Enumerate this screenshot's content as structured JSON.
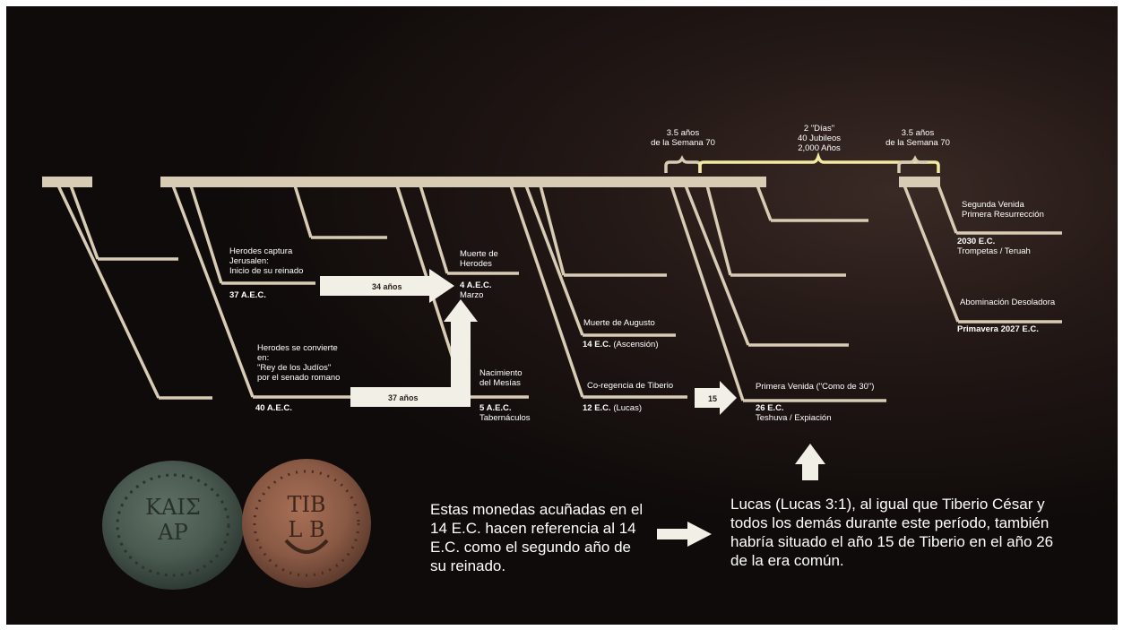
{
  "colors": {
    "line": "#d9ccb4",
    "bracket": "#f3e9a0",
    "bracket_side": "#d9ccb4",
    "arrow": "#f2efe6",
    "text": "#ffffff",
    "background": "#1b1412"
  },
  "brackets": {
    "left": {
      "line1": "3.5 años",
      "line2": "de la Semana 70"
    },
    "center": {
      "line1": "2 \"Días\"",
      "line2": "40 Jubileos",
      "line3": "2,000 Años"
    },
    "right": {
      "line1": "3.5 años",
      "line2": "de la Semana 70"
    }
  },
  "events": {
    "herodes_captura": {
      "text": [
        "Herodes captura",
        "Jerusalen:",
        "Inicio de su reinado"
      ],
      "date": "37 A.E.C."
    },
    "herodes_rey": {
      "text": [
        "Herodes se convierte",
        "en:",
        "\"Rey de los Judíos\"",
        "por el senado romano"
      ],
      "date": "40 A.E.C."
    },
    "muerte_herodes": {
      "text": [
        "Muerte de",
        "Herodes"
      ],
      "date": "4 A.E.C.",
      "sub": "Marzo"
    },
    "nacimiento_mesias": {
      "text": [
        "Nacimiento",
        "del Mesías"
      ],
      "date": "5 A.E.C.",
      "sub": "Tabernáculos"
    },
    "muerte_augusto": {
      "text": "Muerte de Augusto",
      "date": "14 E.C.",
      "sub": "(Ascensión)"
    },
    "co_regencia": {
      "text": "Co-regencia de Tiberio",
      "date": "12 E.C.",
      "sub": "(Lucas)"
    },
    "primera_venida": {
      "text": "Primera Venida (\"Como de 30\")",
      "date": "26 E.C.",
      "sub": "Teshuva / Expiación"
    },
    "segunda_venida": {
      "text": [
        "Segunda Venida",
        "Primera Resurrección"
      ],
      "date": "2030 E.C.",
      "sub": "Trompetas / Teruah"
    },
    "abominacion": {
      "text": "Abominación Desoladora",
      "date": "Primavera 2027 E.C."
    }
  },
  "arrows": {
    "a34": "34 años",
    "a37": "37 años",
    "a15": "15"
  },
  "coins": {
    "left_icon": "coin-kaisar-icon",
    "right_icon": "coin-tib-icon",
    "left_inscription": "ΚΑΙΣ ΑΡ",
    "right_inscription": "TIB L B"
  },
  "captions": {
    "coins": "Estas monedas acuñadas en el 14 E.C. hacen referencia al 14 E.C. como el segundo año de su reinado.",
    "lucas": "Lucas (Lucas 3:1), al igual que Tiberio César y todos los demás durante este período, también habría situado el año 15 de Tiberio en el año 26 de la era común."
  }
}
